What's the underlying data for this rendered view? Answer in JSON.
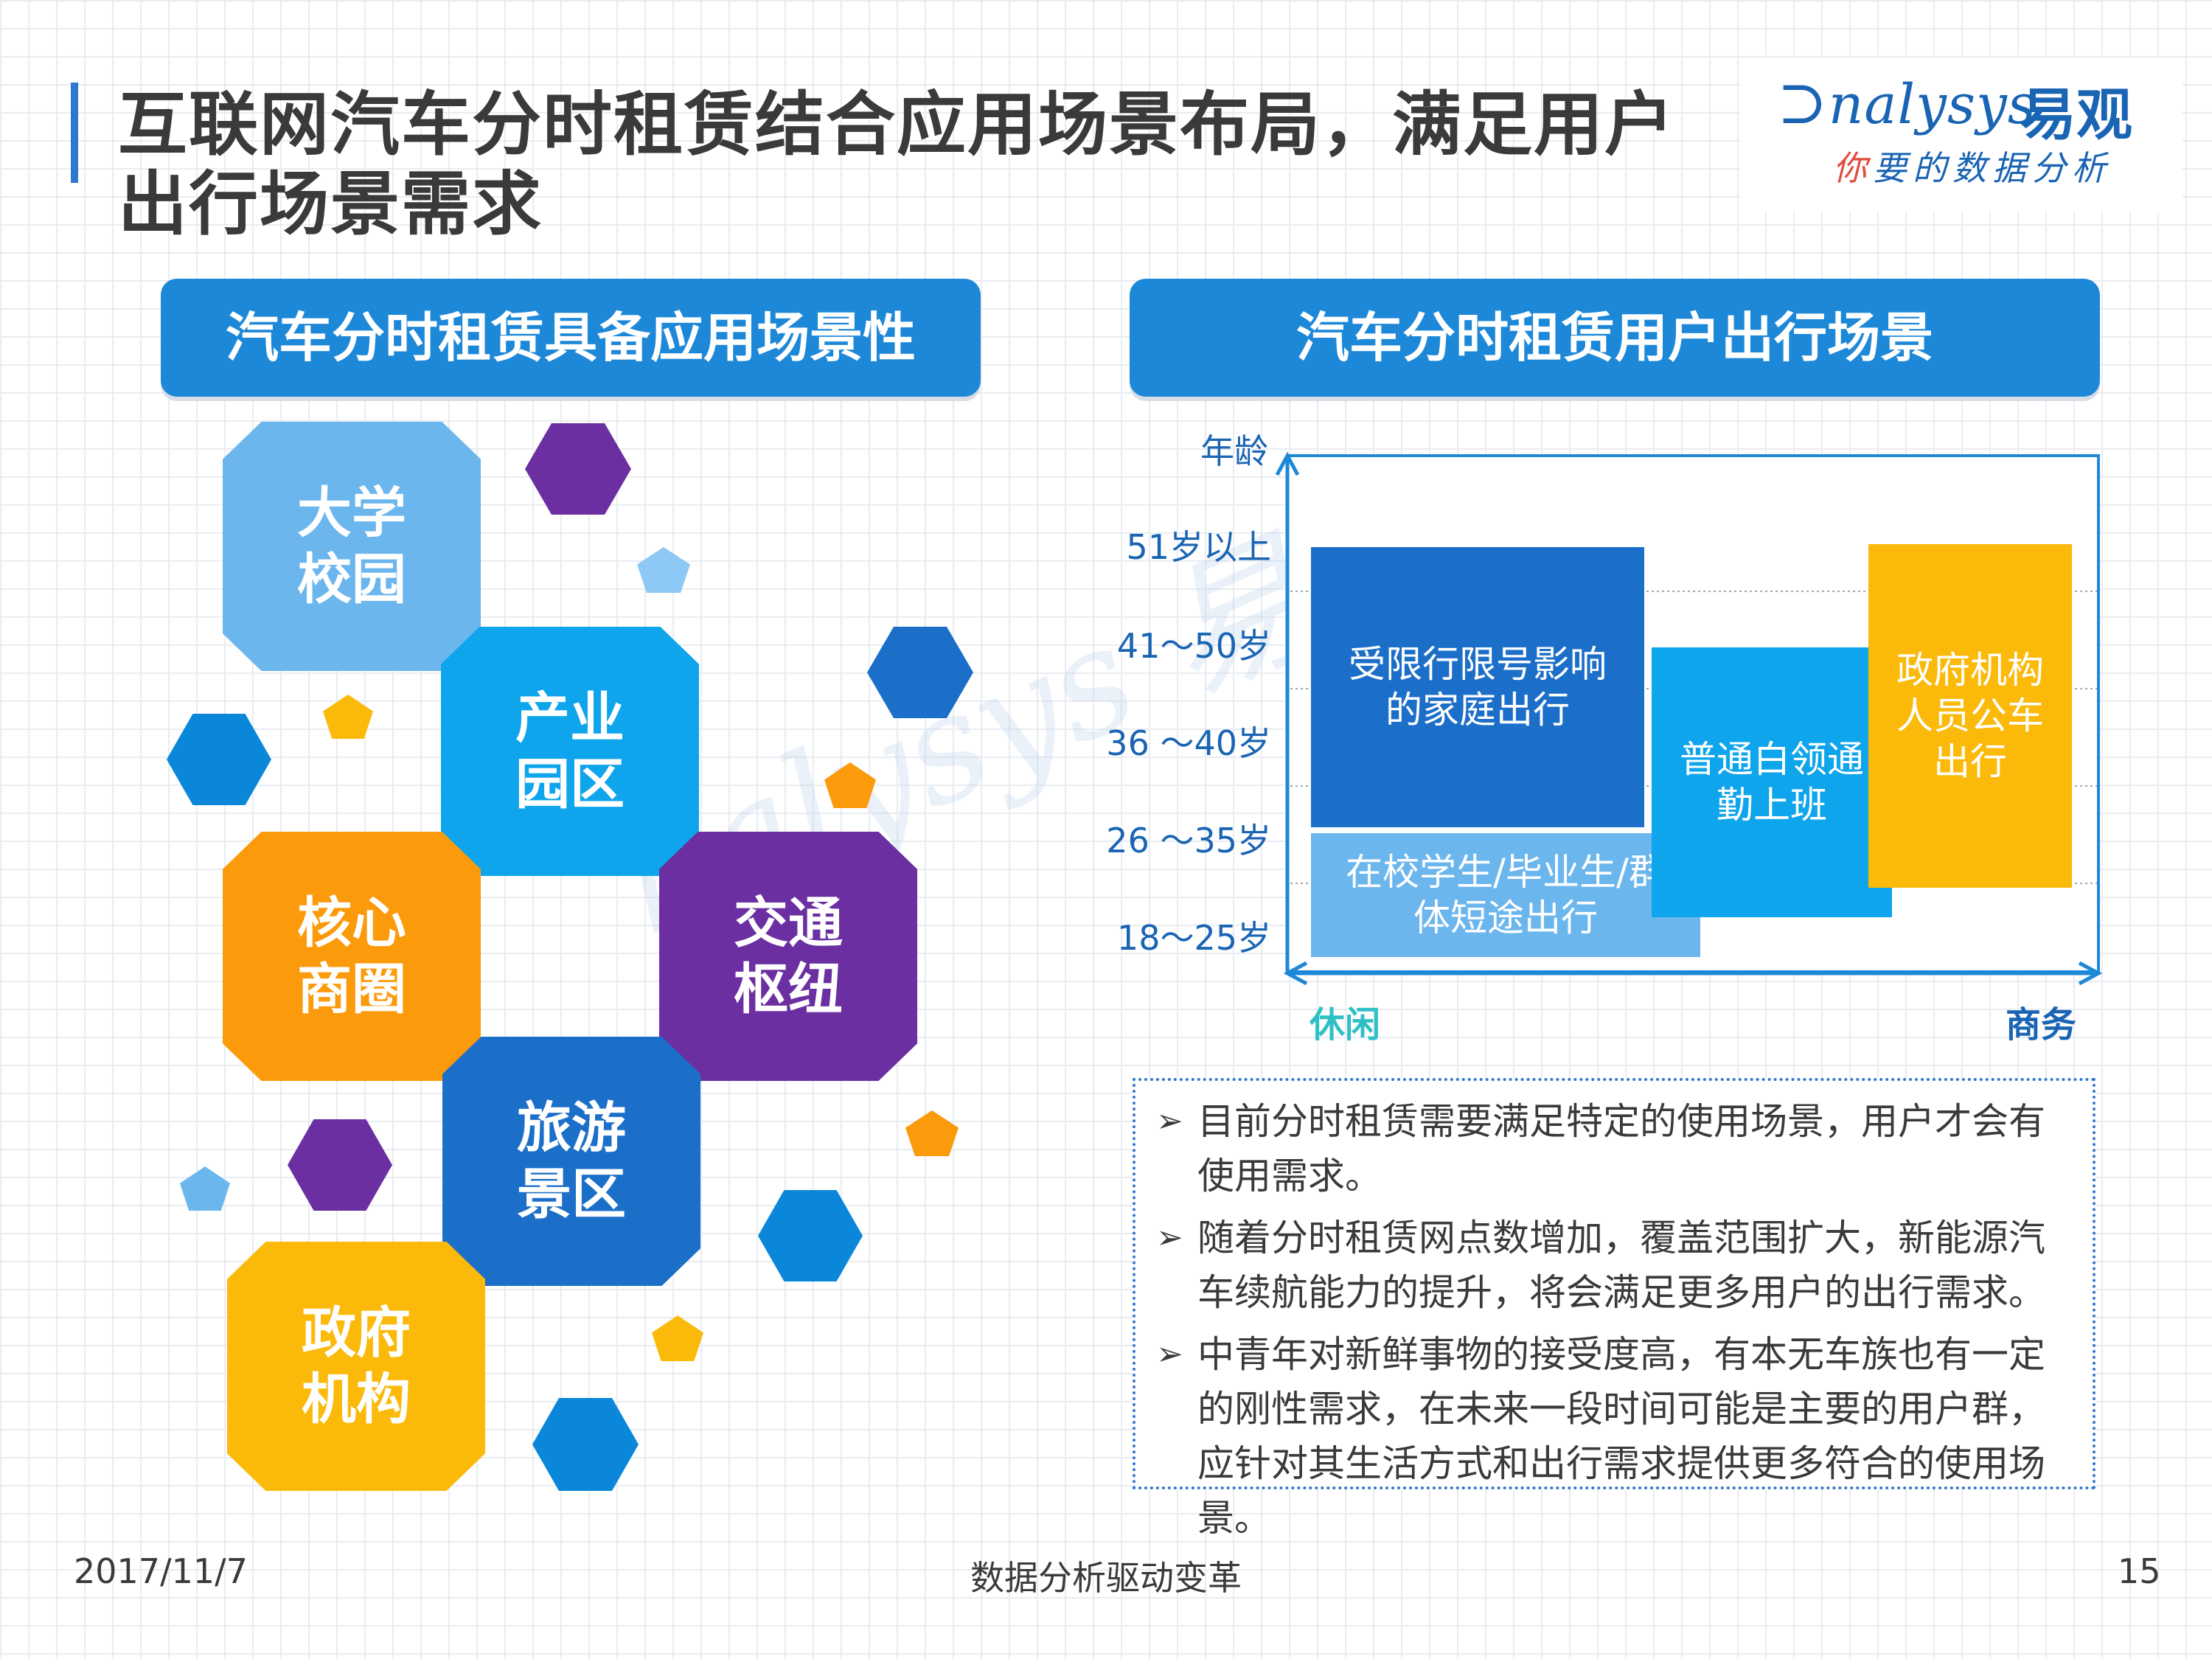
{
  "header": {
    "title_line1": "互联网汽车分时租赁结合应用场景布局，满足用户",
    "title_line2": "出行场景需求",
    "logo_en": "nalysys",
    "logo_cn": "易观",
    "logo_tag_first": "你",
    "logo_tag_rest": "要的数据分析"
  },
  "left_section": {
    "heading": "汽车分时租赁具备应用场景性",
    "tiles": [
      {
        "line1": "大学",
        "line2": "校园",
        "color": "#6cb6ee"
      },
      {
        "line1": "产业",
        "line2": "园区",
        "color": "#0ea5ec"
      },
      {
        "line1": "核心",
        "line2": "商圈",
        "color": "#fb9a0a"
      },
      {
        "line1": "交通",
        "line2": "枢纽",
        "color": "#6b2fa2"
      },
      {
        "line1": "旅游",
        "line2": "景区",
        "color": "#1c6fc9"
      },
      {
        "line1": "政府",
        "line2": "机构",
        "color": "#fbb90a"
      }
    ]
  },
  "right_section": {
    "heading": "汽车分时租赁用户出行场景",
    "y_axis_label": "年龄",
    "y_ticks": [
      "51岁以上",
      "41～50岁",
      "36 ～40岁",
      "26 ～35岁",
      "18～25岁"
    ],
    "x_left_label": "休闲",
    "x_right_label": "商务",
    "bars": [
      {
        "line1": "受限行限号影响",
        "line2": "的家庭出行",
        "color": "#1c6fc9"
      },
      {
        "line1": "在校学生/毕业生/群",
        "line2": "体短途出行",
        "color": "#6cb6ee"
      },
      {
        "line1": "普通白领通",
        "line2": "勤上班",
        "color": "#0ea5ec"
      },
      {
        "line1": "政府机构",
        "line2": "人员公车",
        "line3": "出行",
        "color": "#fbb90a"
      }
    ]
  },
  "bullets": [
    "目前分时租赁需要满足特定的使用场景，用户才会有使用需求。",
    "随着分时租赁网点数增加，覆盖范围扩大，新能源汽车续航能力的提升，将会满足更多用户的出行需求。",
    "中青年对新鲜事物的接受度高，有本无车族也有一定的刚性需求，在未来一段时间可能是主要的用户群，应针对其生活方式和出行需求提供更多符合的使用场景。"
  ],
  "bullet_mark": "➢",
  "footer": {
    "date": "2017/11/7",
    "center": "数据分析驱动变革",
    "page": "15"
  }
}
